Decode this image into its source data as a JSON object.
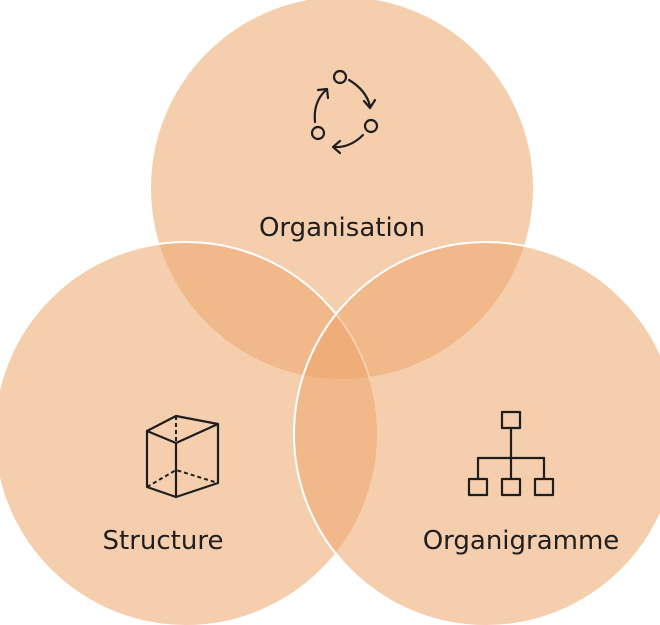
{
  "diagram": {
    "type": "venn",
    "fill_color": "#eda66b",
    "circles": [
      {
        "label": "Organisation",
        "icon": "cycle-arrows-icon"
      },
      {
        "label": "Structure",
        "icon": "cube-icon"
      },
      {
        "label": "Organigramme",
        "icon": "org-chart-icon"
      }
    ]
  }
}
